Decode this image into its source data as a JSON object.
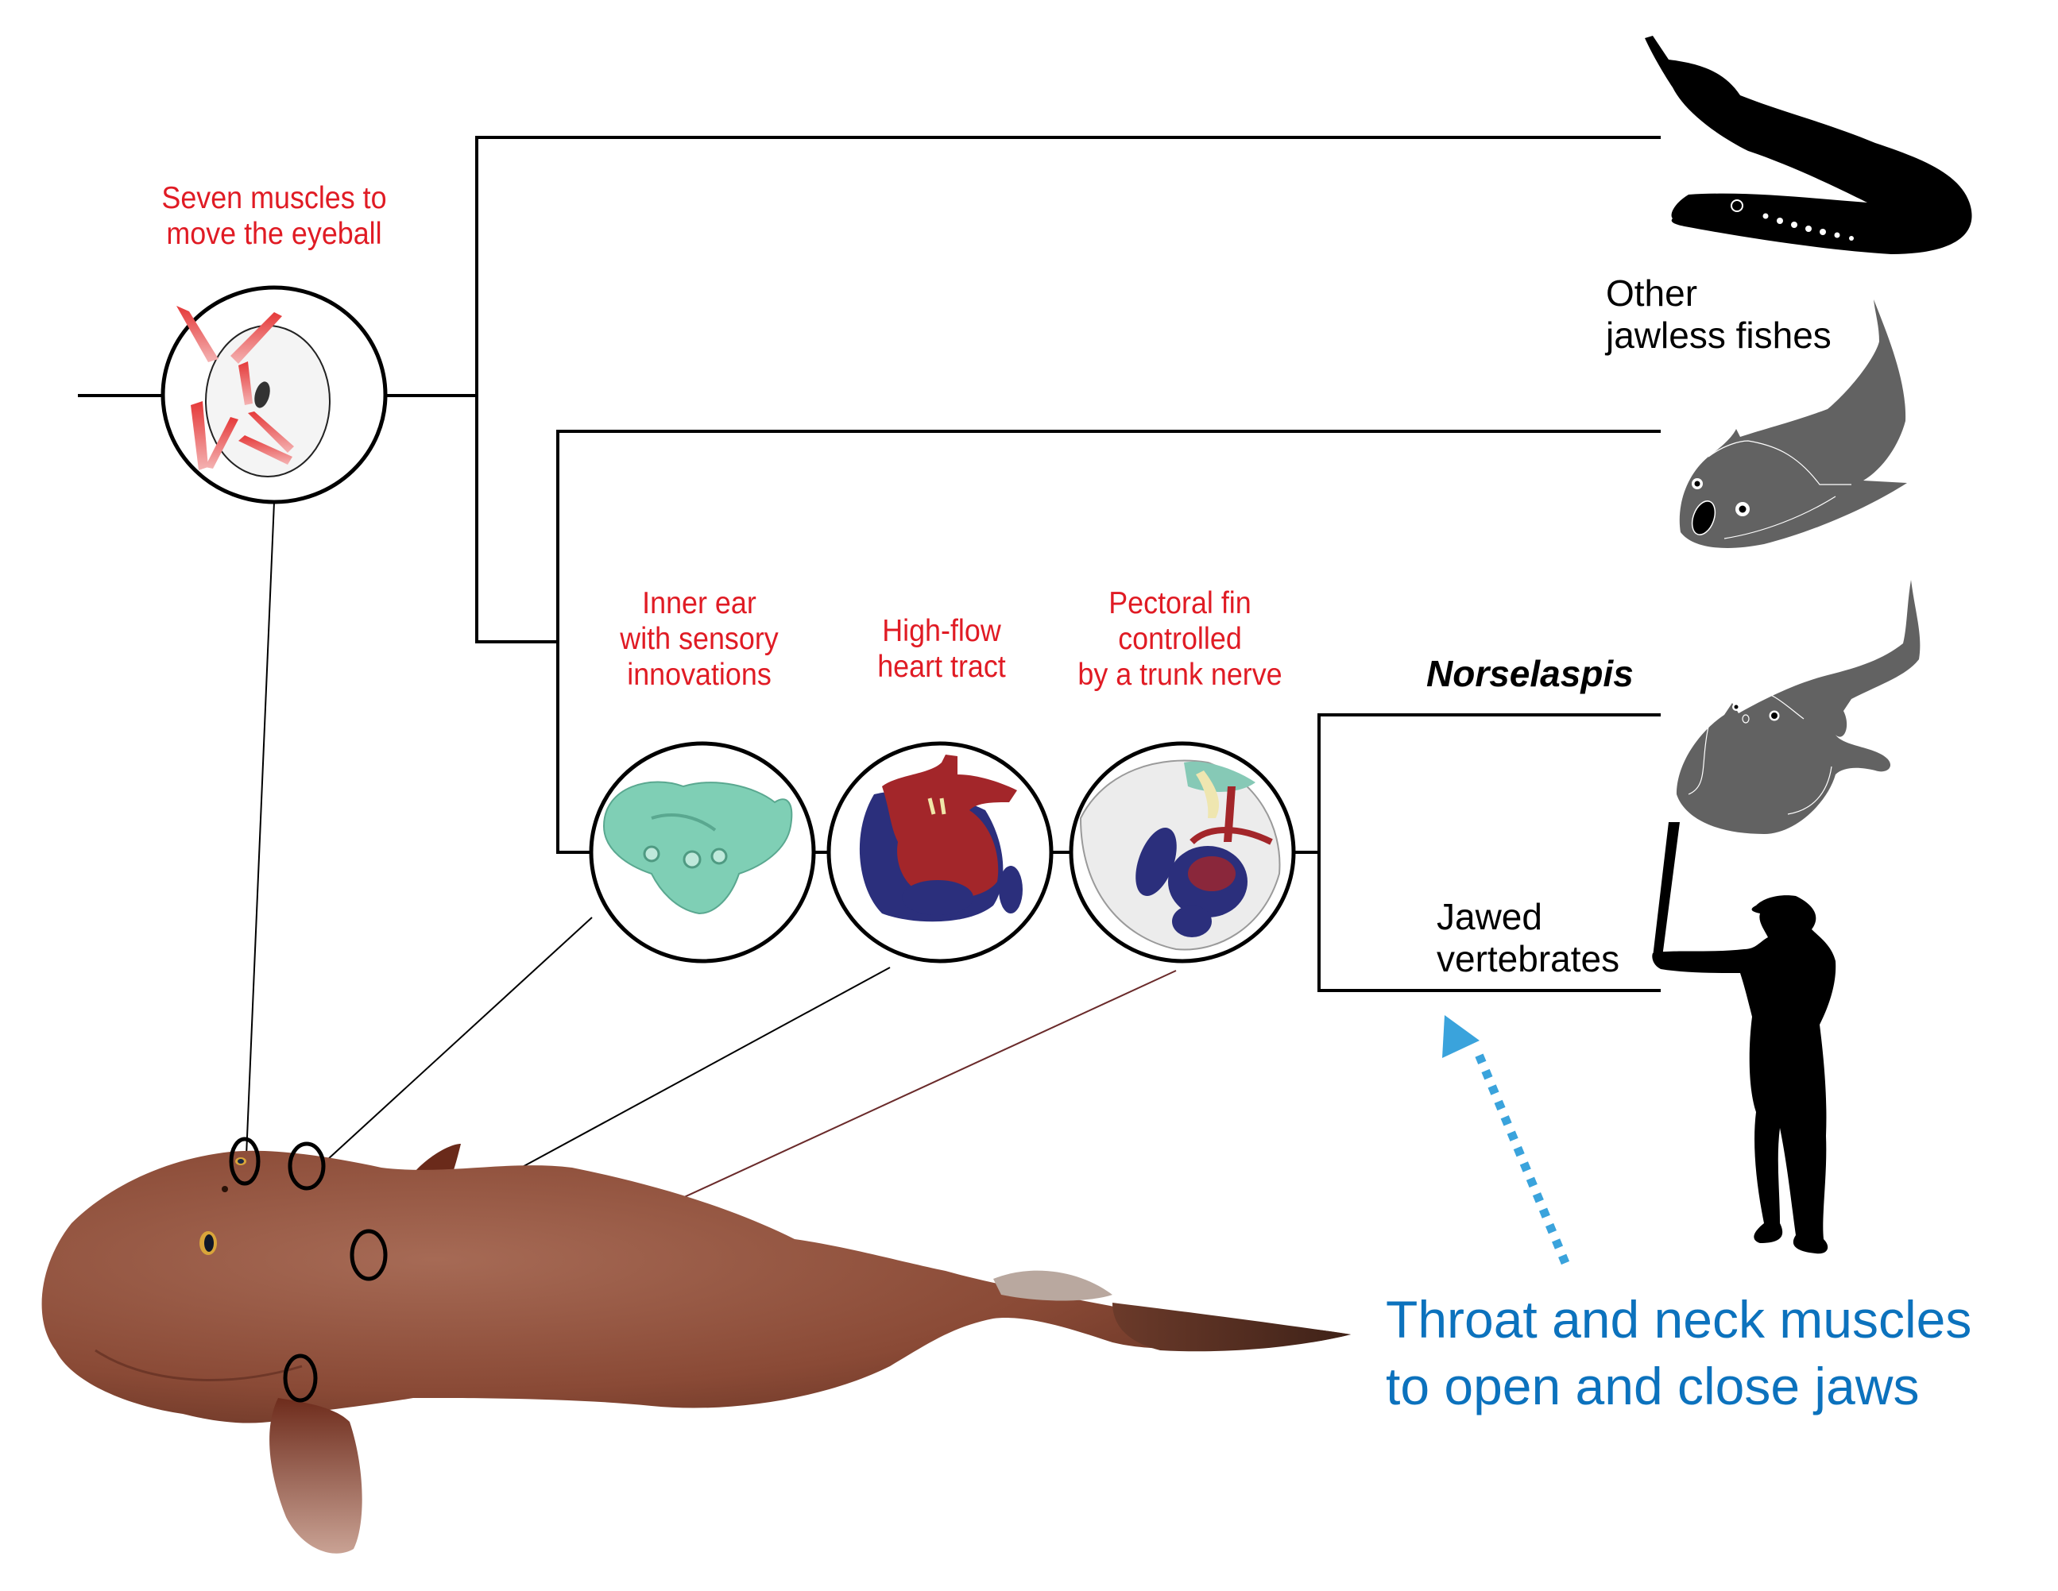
{
  "figure": {
    "type": "phylogenetic-tree",
    "subject": "Norselaspis evolutionary innovations"
  },
  "colors": {
    "trait_label": "#e01b24",
    "highlight_label": "#0c72bd",
    "arrow": "#3aa3dc",
    "tree_line": "#000000",
    "silhouette_black": "#000000",
    "silhouette_grey": "#626262",
    "fish_body": "#8a4a36",
    "inner_ear": "#7fcfb5",
    "heart_red": "#a3262a",
    "heart_blue": "#2b2f7c"
  },
  "traits": {
    "eye_muscles": "Seven muscles to\nmove the eyeball",
    "inner_ear": "Inner ear\nwith sensory\ninnovations",
    "heart": "High-flow\nheart tract",
    "pectoral_fin": "Pectoral fin\ncontrolled\nby a trunk nerve"
  },
  "taxa": {
    "other_jawless": "Other\njawless fishes",
    "norselaspis": "Norselaspis",
    "jawed": "Jawed\nvertebrates"
  },
  "annotation": {
    "jaw_muscles": "Throat and neck muscles\nto open and close jaws"
  },
  "icons": {
    "lamprey": "lamprey-silhouette",
    "osteostracan": "jawless-fish-silhouette",
    "norselaspis": "norselaspis-silhouette",
    "human": "baseball-batter-silhouette",
    "reconstruction": "norselaspis-reconstruction",
    "arrow": "dotted-arrow-up"
  }
}
